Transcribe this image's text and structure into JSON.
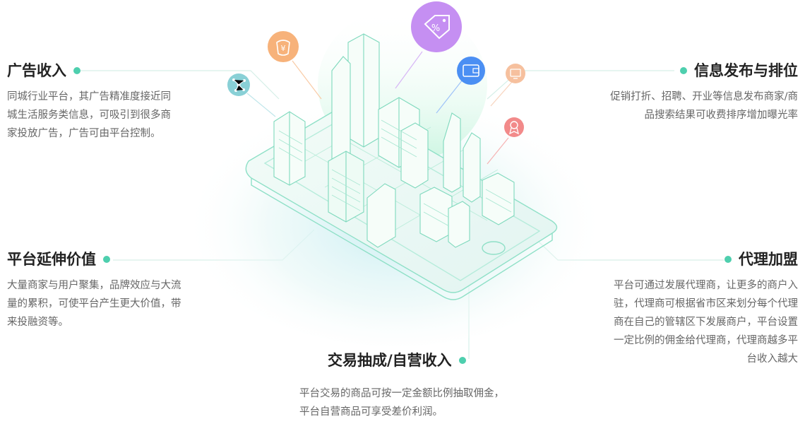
{
  "colors": {
    "accent": "#4ecfae",
    "title": "#222222",
    "text": "#666666",
    "icon_orange": "#f7b27a",
    "icon_purple": "#c58ff2",
    "icon_blue": "#4b8ff3",
    "icon_teal": "#89d0d6",
    "icon_peach": "#f6c09e",
    "icon_red": "#f28a8a",
    "phone_outline": "#8fe0c7"
  },
  "icons": {
    "money_bag": "money-bag-icon",
    "discount_tag": "discount-tag-icon",
    "wallet": "wallet-icon",
    "network": "network-icon",
    "ranking_screen": "ranking-screen-icon",
    "award": "award-icon"
  },
  "blocks": {
    "ad": {
      "title": "广告收入",
      "desc": "同城行业平台，其广告精准度接近同城生活服务类信息，可吸引到很多商家投放广告，广告可由平台控制。"
    },
    "extension": {
      "title": "平台延伸价值",
      "desc": "大量商家与用户聚集，品牌效应与大流量的累积，可使平台产生更大价值，带来投融资等。"
    },
    "info": {
      "title": "信息发布与排位",
      "desc": "促销打折、招聘、开业等信息发布商家/商品搜索结果可收费排序增加曝光率"
    },
    "agent": {
      "title": "代理加盟",
      "desc": "平台可通过发展代理商，让更多的商户入驻，代理商可根据省市区来划分每个代理商在自己的管辖区下发展商户，平台设置一定比例的佣金给代理商，代理商越多平台收入越大"
    },
    "trade": {
      "title": "交易抽成/自营收入",
      "desc": "平台交易的商品可按一定金额比例抽取佣金，平台自营商品可享受差价利润。"
    }
  }
}
